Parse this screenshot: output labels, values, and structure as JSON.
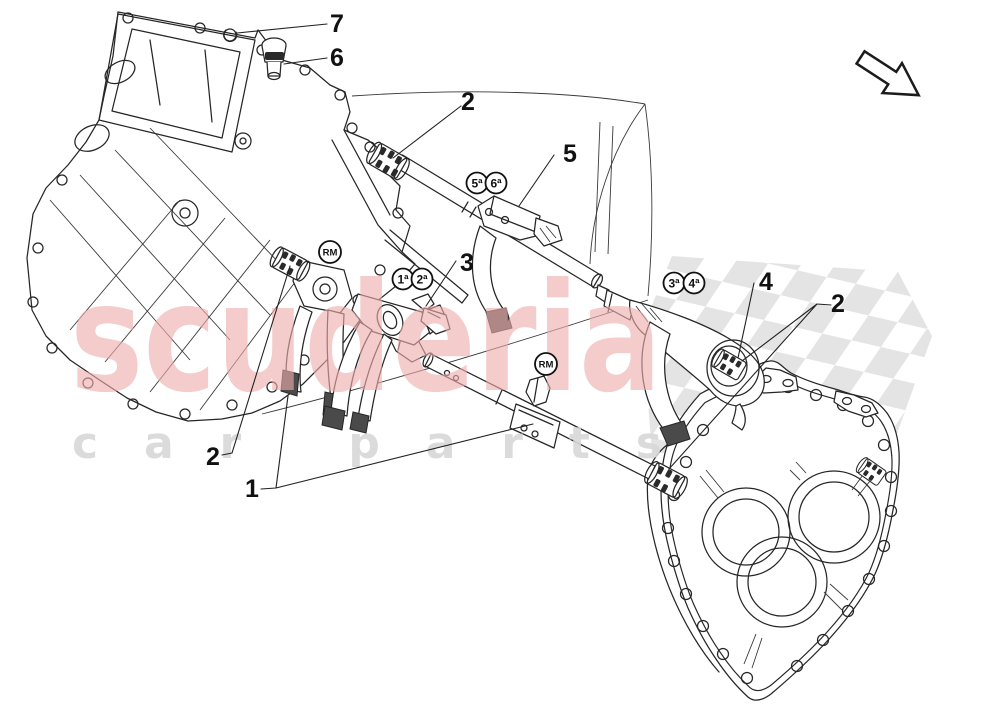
{
  "watermark": {
    "brand": "scuderia",
    "tagline": "car parts",
    "brand_color": "#e06a6a",
    "tagline_color": "#d8d8d8",
    "flag_color": "#e3e3e3"
  },
  "callouts": [
    {
      "label": "1"
    },
    {
      "label": "2"
    },
    {
      "label": "2"
    },
    {
      "label": "2"
    },
    {
      "label": "3"
    },
    {
      "label": "4"
    },
    {
      "label": "5"
    },
    {
      "label": "6"
    },
    {
      "label": "7"
    }
  ],
  "gear_badges": [
    {
      "label": "1ª"
    },
    {
      "label": "2ª"
    },
    {
      "label": "3ª"
    },
    {
      "label": "4ª"
    },
    {
      "label": "5ª"
    },
    {
      "label": "6ª"
    },
    {
      "label": "RM"
    },
    {
      "label": "RM"
    }
  ],
  "icons": {
    "direction_arrow": "arrow-down-right"
  },
  "diagram": {
    "line_color": "#262626",
    "background": "#ffffff"
  }
}
